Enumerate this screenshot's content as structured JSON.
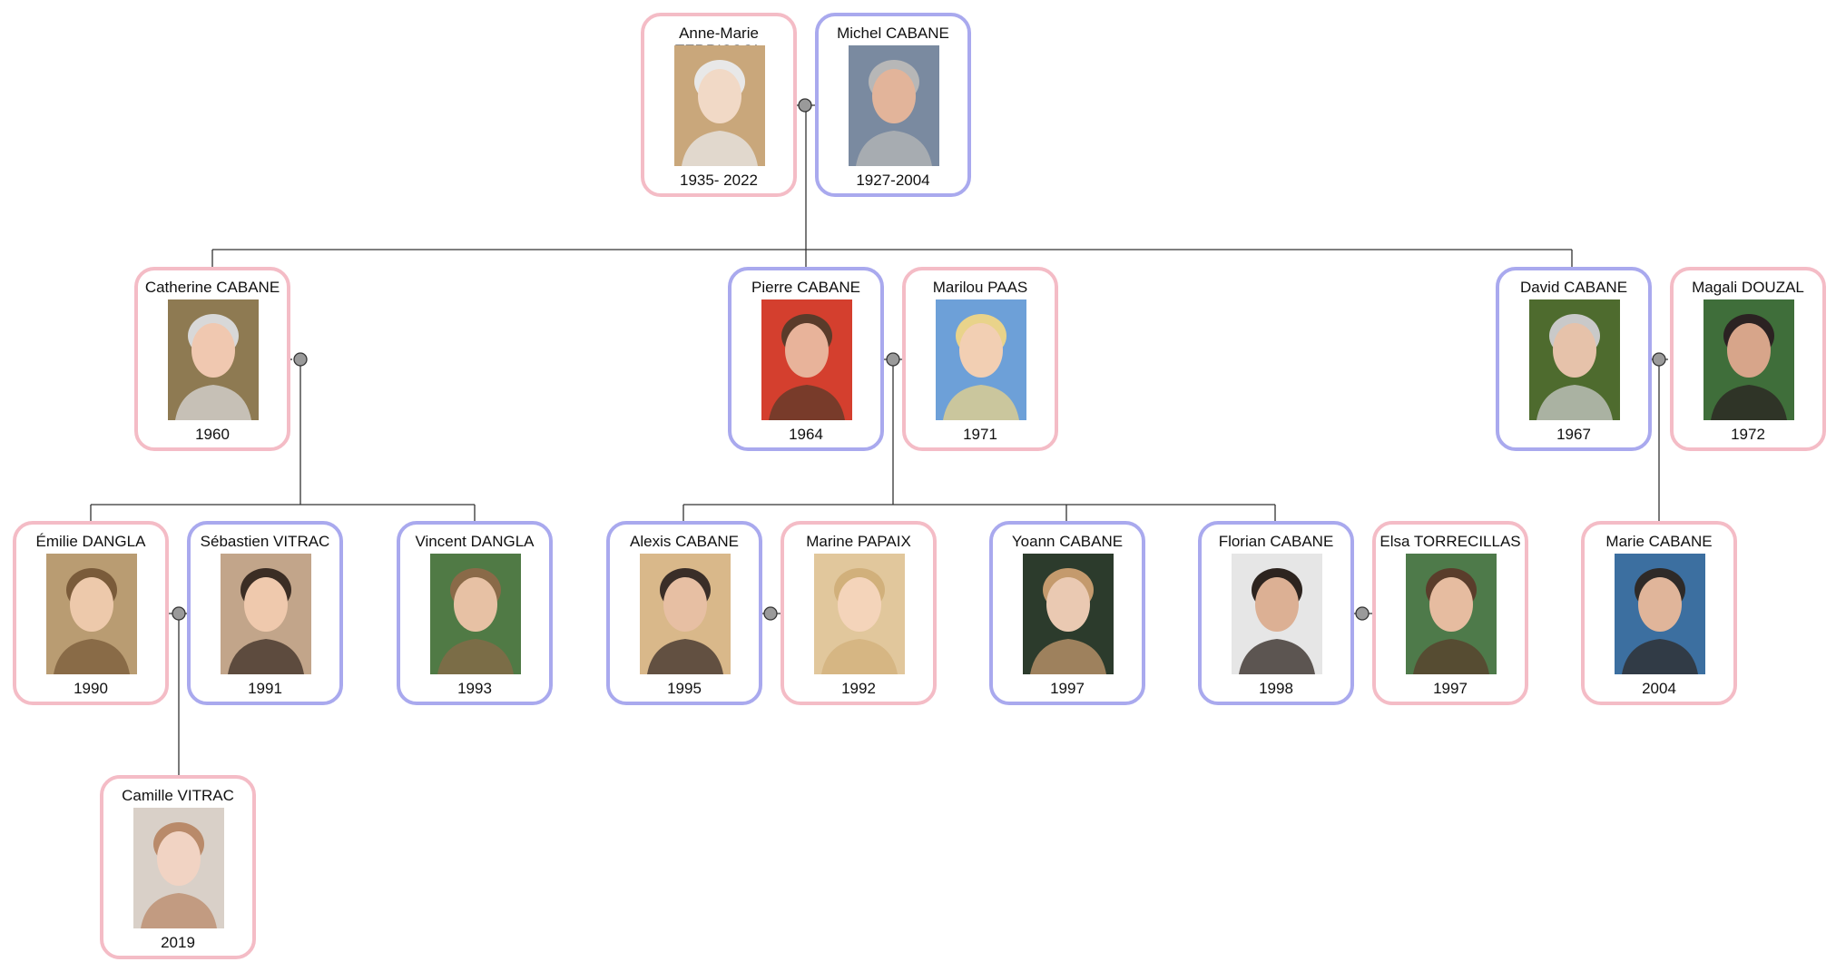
{
  "colors": {
    "female_border": "#f4bcc6",
    "male_border": "#a9a9ee",
    "connector_line": "#333333",
    "union_dot": "#9a9a9a"
  },
  "people": [
    {
      "id": "anne-marie-terrissol",
      "name": "Anne-Marie TERRISSOL",
      "gender": "female",
      "dates": "1935- 2022",
      "icon": "portrait-photo"
    },
    {
      "id": "michel-cabane",
      "name": "Michel CABANE",
      "gender": "male",
      "dates": "1927-2004",
      "icon": "portrait-photo"
    },
    {
      "id": "catherine-cabane",
      "name": "Catherine CABANE",
      "gender": "female",
      "dates": "1960",
      "icon": "portrait-photo"
    },
    {
      "id": "pierre-cabane",
      "name": "Pierre CABANE",
      "gender": "male",
      "dates": "1964",
      "icon": "portrait-photo"
    },
    {
      "id": "marilou-paas",
      "name": "Marilou PAAS",
      "gender": "female",
      "dates": "1971",
      "icon": "portrait-photo"
    },
    {
      "id": "david-cabane",
      "name": "David CABANE",
      "gender": "male",
      "dates": "1967",
      "icon": "portrait-photo"
    },
    {
      "id": "magali-douzal",
      "name": "Magali DOUZAL",
      "gender": "female",
      "dates": "1972",
      "icon": "portrait-photo"
    },
    {
      "id": "emilie-dangla",
      "name": "Émilie DANGLA",
      "gender": "female",
      "dates": "1990",
      "icon": "portrait-photo"
    },
    {
      "id": "sebastien-vitrac",
      "name": "Sébastien VITRAC",
      "gender": "male",
      "dates": "1991",
      "icon": "portrait-photo"
    },
    {
      "id": "vincent-dangla",
      "name": "Vincent DANGLA",
      "gender": "male",
      "dates": "1993",
      "icon": "portrait-photo"
    },
    {
      "id": "alexis-cabane",
      "name": "Alexis CABANE",
      "gender": "male",
      "dates": "1995",
      "icon": "portrait-photo"
    },
    {
      "id": "marine-papaix",
      "name": "Marine PAPAIX",
      "gender": "female",
      "dates": "1992",
      "icon": "portrait-photo"
    },
    {
      "id": "yoann-cabane",
      "name": "Yoann CABANE",
      "gender": "male",
      "dates": "1997",
      "icon": "portrait-photo"
    },
    {
      "id": "florian-cabane",
      "name": "Florian CABANE",
      "gender": "male",
      "dates": "1998",
      "icon": "portrait-photo"
    },
    {
      "id": "elsa-torrecillas",
      "name": "Elsa TORRECILLAS",
      "gender": "female",
      "dates": "1997",
      "icon": "portrait-photo"
    },
    {
      "id": "marie-cabane",
      "name": "Marie CABANE",
      "gender": "female",
      "dates": "2004",
      "icon": "portrait-photo"
    },
    {
      "id": "camille-vitrac",
      "name": "Camille VITRAC",
      "gender": "female",
      "dates": "2019",
      "icon": "portrait-photo"
    }
  ]
}
